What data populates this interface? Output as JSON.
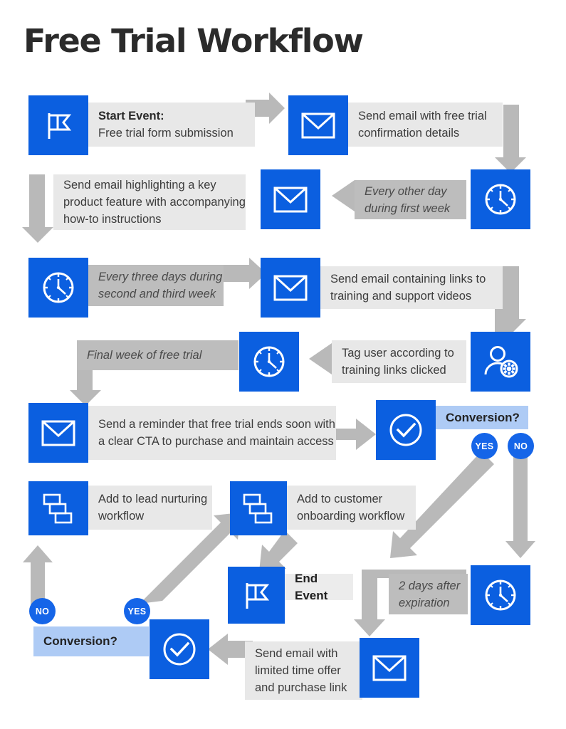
{
  "page": {
    "title": "Free Trial Workflow",
    "colors": {
      "blue": "#0b5fe0",
      "badge_blue": "#1565e8",
      "light_blue_band": "#aecbf5",
      "grey_arrow": "#b9b9b9",
      "light_grey_panel": "#e8e8e8",
      "dark_grey_panel": "#bdbdbd",
      "title_text": "#2b2b2b",
      "background": "#ffffff"
    }
  },
  "nodes": {
    "start_event": {
      "icon": "flag-icon",
      "label_bold": "Start Event:",
      "label": "Free trial form submission"
    },
    "email_confirmation": {
      "icon": "envelope-icon",
      "label": "Send email with free trial confirmation details"
    },
    "timer_every_other_day": {
      "icon": "clock-icon",
      "label": "Every other day during first week"
    },
    "email_key_feature": {
      "icon": "envelope-icon",
      "label": "Send email highlighting a key product feature with accompanying how-to instructions"
    },
    "timer_every_three_days": {
      "icon": "clock-icon",
      "label": "Every three days during second and third week"
    },
    "email_training_links": {
      "icon": "envelope-icon",
      "label": "Send email containing links to training and support videos"
    },
    "tag_user": {
      "icon": "user-gear-icon",
      "label": "Tag user according to training links clicked"
    },
    "timer_final_week": {
      "icon": "clock-icon",
      "label": "Final week of free trial"
    },
    "email_reminder": {
      "icon": "envelope-icon",
      "label": "Send a reminder that free trial ends soon with a clear CTA to purchase and maintain access"
    },
    "conversion_1": {
      "icon": "check-circle-icon",
      "label": "Conversion?",
      "yes": "YES",
      "no": "NO"
    },
    "lead_nurturing": {
      "icon": "workflow-icon",
      "label": "Add to lead nurturing workflow"
    },
    "customer_onboarding": {
      "icon": "workflow-icon",
      "label": "Add to customer onboarding workflow"
    },
    "end_event": {
      "icon": "flag-icon",
      "label": "End Event"
    },
    "timer_two_days": {
      "icon": "clock-icon",
      "label": "2 days after expiration"
    },
    "email_limited_offer": {
      "icon": "envelope-icon",
      "label": "Send email with limited time offer and purchase link"
    },
    "conversion_2": {
      "icon": "check-circle-icon",
      "label": "Conversion?",
      "yes": "YES",
      "no": "NO"
    }
  }
}
